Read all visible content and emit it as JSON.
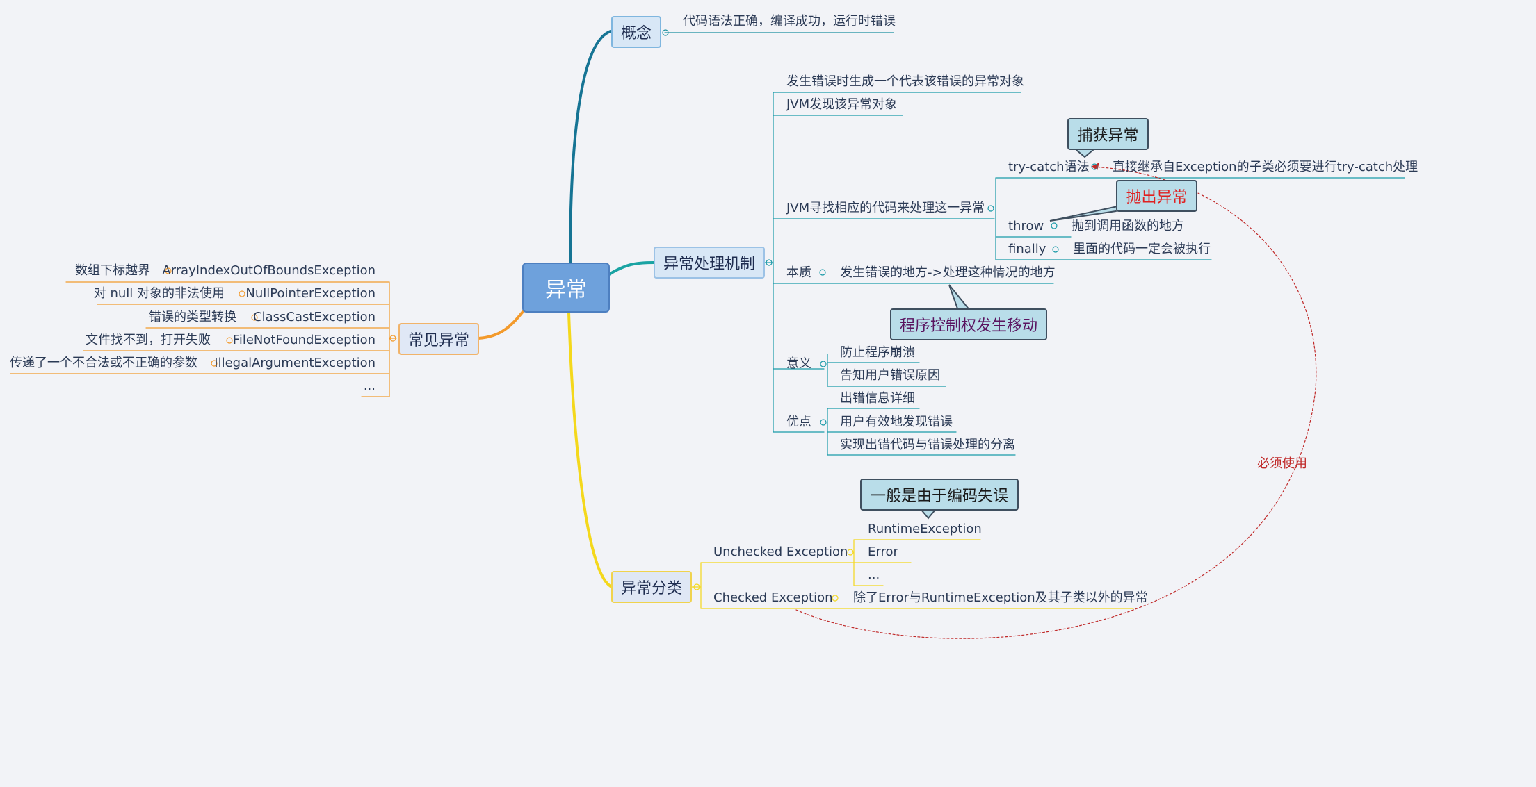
{
  "colors": {
    "background": "#f2f3f7",
    "root": "#6ea1dc",
    "teal": "#1a8f9e",
    "blue": "#167494",
    "orange": "#f39a2c",
    "yellow": "#f4d81c",
    "relationship": "#c02a2a"
  },
  "root": {
    "label": "异常"
  },
  "concept": {
    "label": "概念",
    "children": [
      "代码语法正确，编译成功，运行时错误"
    ]
  },
  "mechanism": {
    "label": "异常处理机制",
    "items": {
      "generate": "发生错误时生成一个代表该错误的异常对象",
      "jvm_find": "JVM发现该异常对象",
      "jvm_handle": "JVM寻找相应的代码来处理这一异常",
      "try_catch": "try-catch语法",
      "try_catch_note": "直接继承自Exception的子类必须要进行try-catch处理",
      "throw": "throw",
      "throw_note": "抛到调用函数的地方",
      "finally": "finally",
      "finally_note": "里面的代码一定会被执行",
      "essence": "本质",
      "essence_note": "发生错误的地方->处理这种情况的地方",
      "meaning": "意义",
      "meaning_1": "防止程序崩溃",
      "meaning_2": "告知用户错误原因",
      "advantage": "优点",
      "advantage_1": "出错信息详细",
      "advantage_2": "用户有效地发现错误",
      "advantage_3": "实现出错代码与错误处理的分离"
    },
    "callouts": {
      "catch": "捕获异常",
      "throw": "抛出异常",
      "control": "程序控制权发生移动"
    }
  },
  "common": {
    "label": "常见异常",
    "rows": [
      {
        "desc": "数组下标越界",
        "name": "ArrayIndexOutOfBoundsException"
      },
      {
        "desc": "对 null 对象的非法使用",
        "name": "NullPointerException"
      },
      {
        "desc": "错误的类型转换",
        "name": "ClassCastException"
      },
      {
        "desc": "文件找不到，打开失败",
        "name": "FileNotFoundException"
      },
      {
        "desc": "传递了一个不合法或不正确的参数",
        "name": "IllegalArgumentException"
      }
    ],
    "more": "..."
  },
  "classification": {
    "label": "异常分类",
    "unchecked": "Unchecked Exception",
    "unchecked_children": [
      "RuntimeException",
      "Error",
      "..."
    ],
    "checked": "Checked Exception",
    "checked_note": "除了Error与RuntimeException及其子类以外的异常",
    "callout": "一般是由于编码失误"
  },
  "relationship": {
    "label": "必须使用"
  }
}
